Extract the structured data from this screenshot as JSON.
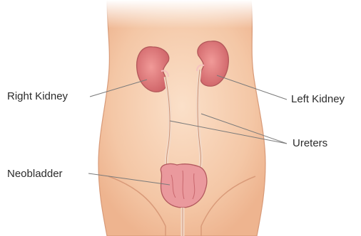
{
  "labels": {
    "right_kidney": "Right Kidney",
    "left_kidney": "Left Kidney",
    "ureters": "Ureters",
    "neobladder": "Neobladder"
  },
  "colors": {
    "skin": "#f6cfb2",
    "skin_shadow": "#e9a884",
    "kidney": "#e38585",
    "kidney_dark": "#c85f62",
    "organ_pink": "#ec9a9e",
    "leader_line": "#7a7a7a",
    "label_text": "#2b2b2b"
  }
}
